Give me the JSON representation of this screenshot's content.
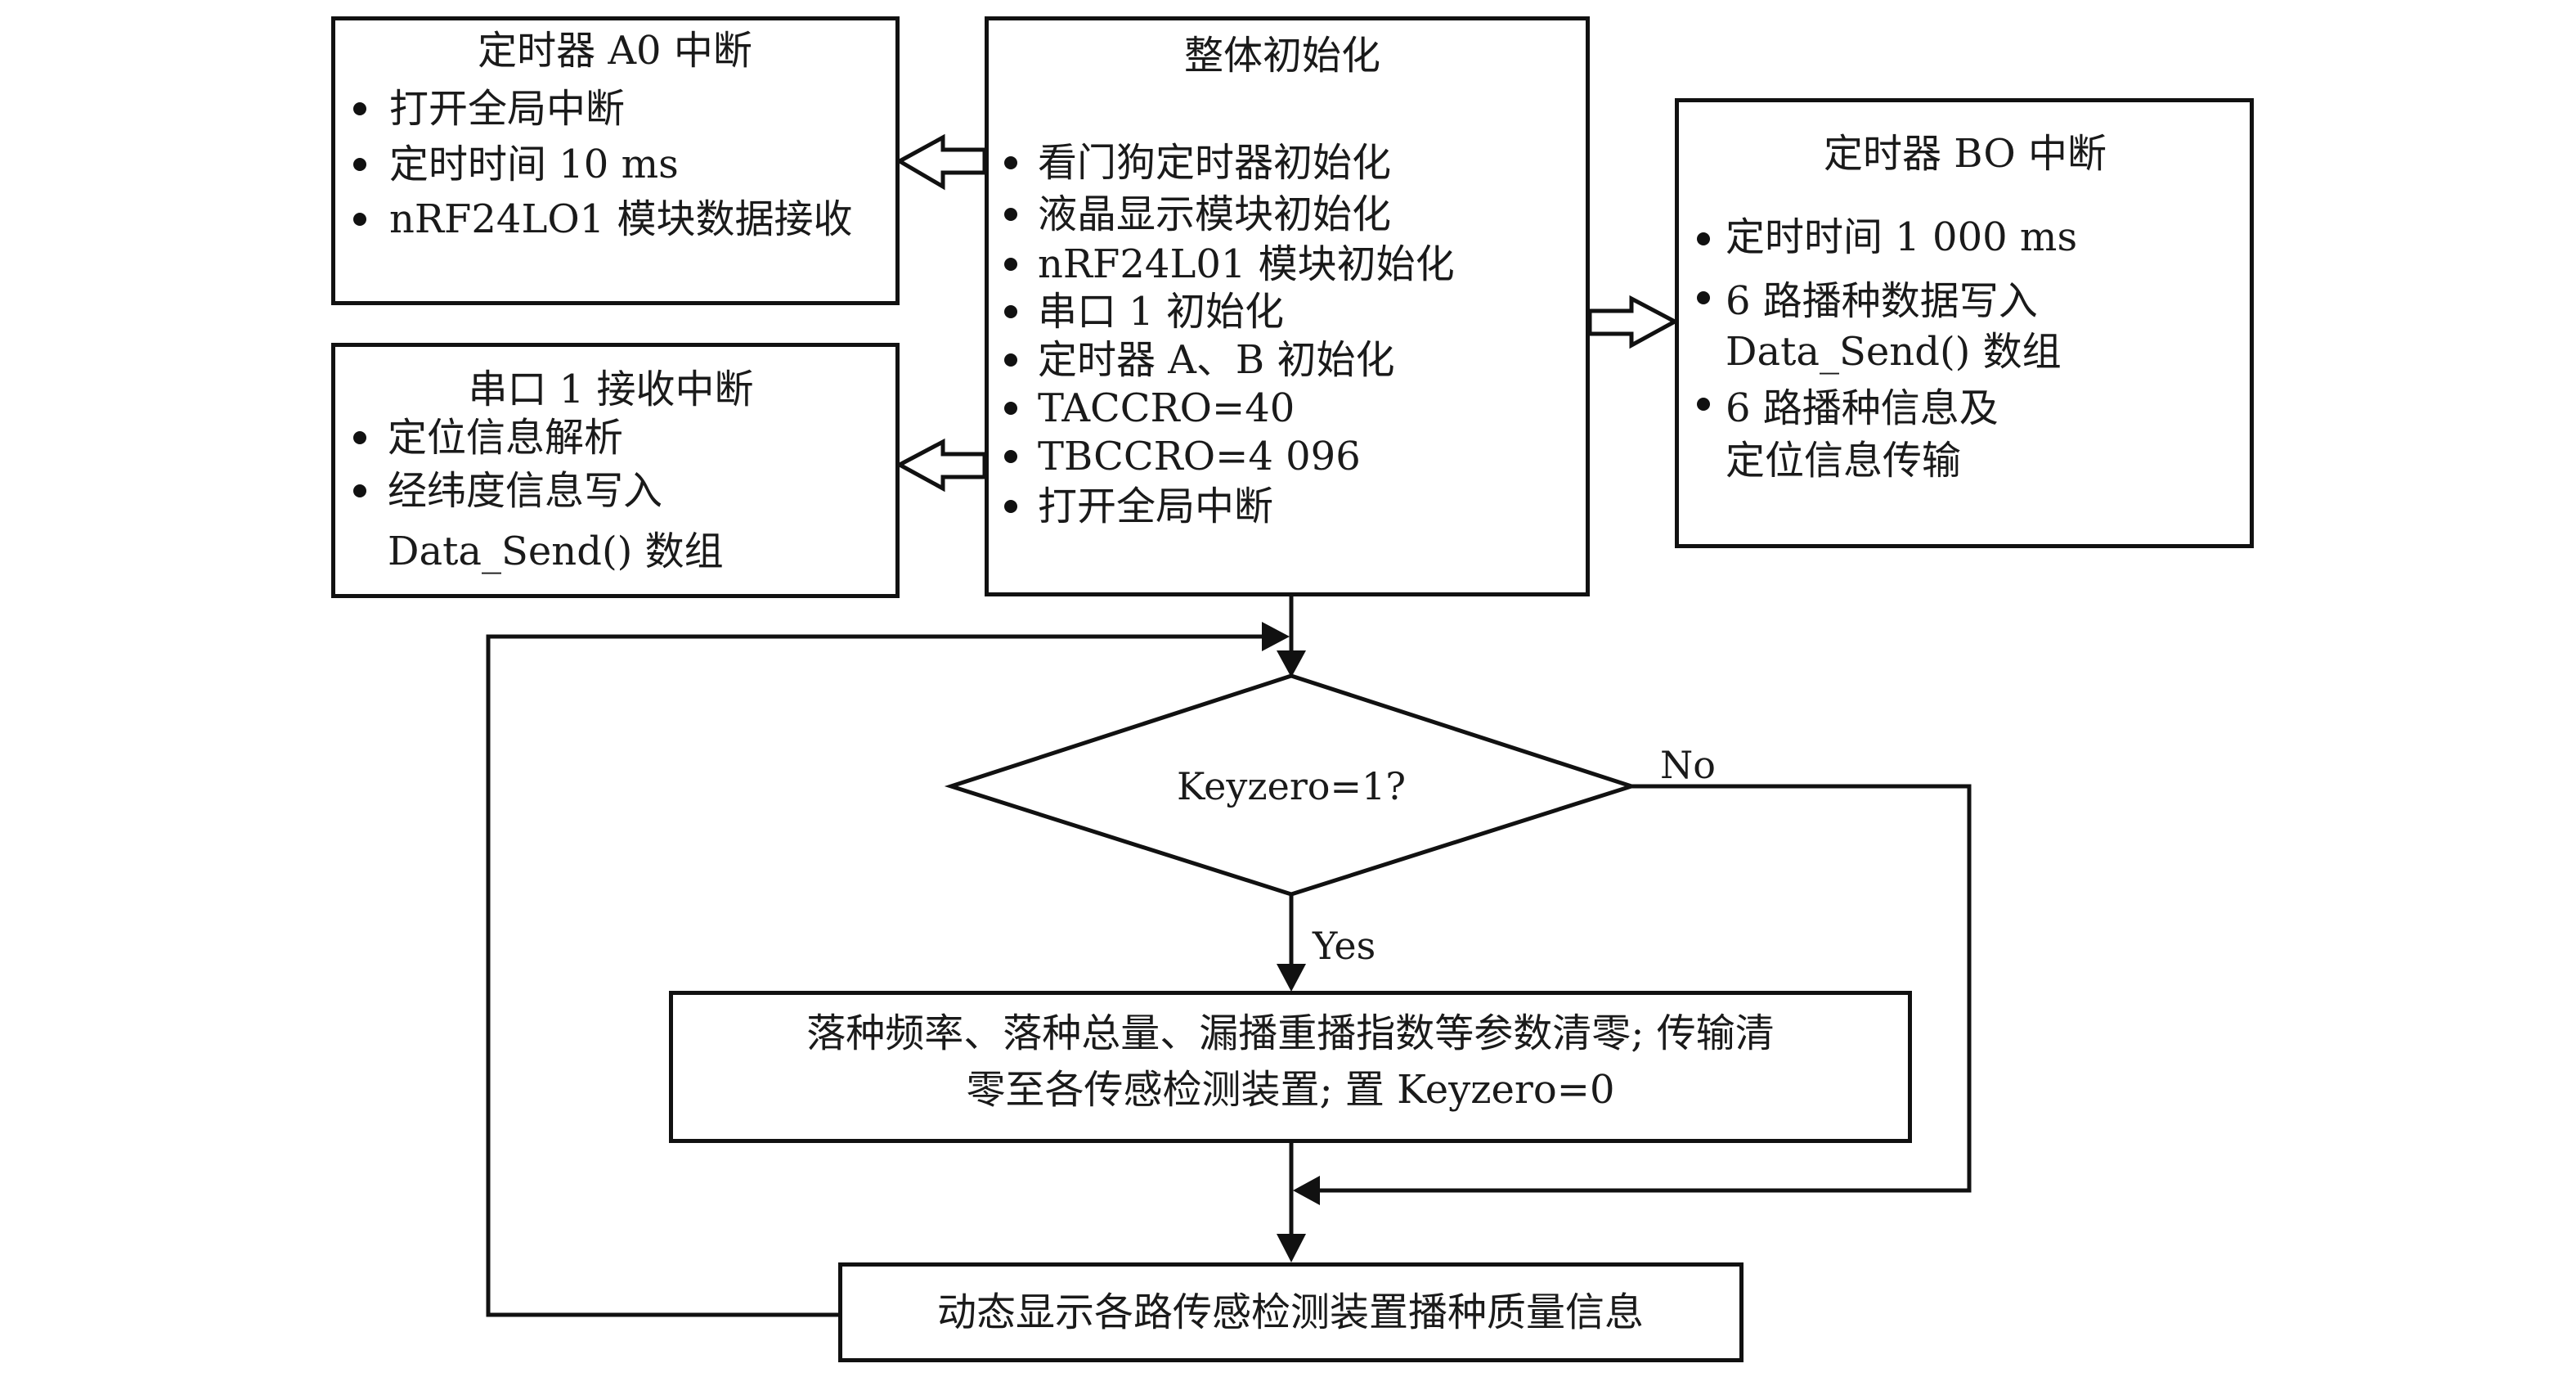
{
  "timer_a0": {
    "title": "定时器 A0 中断",
    "items": [
      "打开全局中断",
      "定时时间 10 ms",
      "nRF24LO1 模块数据接收"
    ]
  },
  "serial1": {
    "title": "串口 1 接收中断",
    "items": [
      "定位信息解析",
      "经纬度信息写入"
    ],
    "continuation": "Data_Send() 数组"
  },
  "init": {
    "title": "整体初始化",
    "items": [
      "看门狗定时器初始化",
      "液晶显示模块初始化",
      "nRF24L01 模块初始化",
      "串口 1 初始化",
      "定时器 A、B 初始化",
      "TACCRO=40",
      "TBCCRO=4 096",
      "打开全局中断"
    ]
  },
  "timer_b0": {
    "title": "定时器 BO 中断",
    "items": [
      "定时时间 1 000 ms",
      "6 路播种数据写入",
      "6 路播种信息及"
    ],
    "continuations": [
      "Data_Send() 数组",
      "定位信息传输"
    ]
  },
  "decision": {
    "label": "Keyzero=1?",
    "yes": "Yes",
    "no": "No"
  },
  "clear_box": {
    "lines": [
      "落种频率、落种总量、漏播重播指数等参数清零; 传输清",
      "零至各传感检测装置; 置 Keyzero=0"
    ]
  },
  "display_box": {
    "label": "动态显示各路传感检测装置播种质量信息"
  }
}
